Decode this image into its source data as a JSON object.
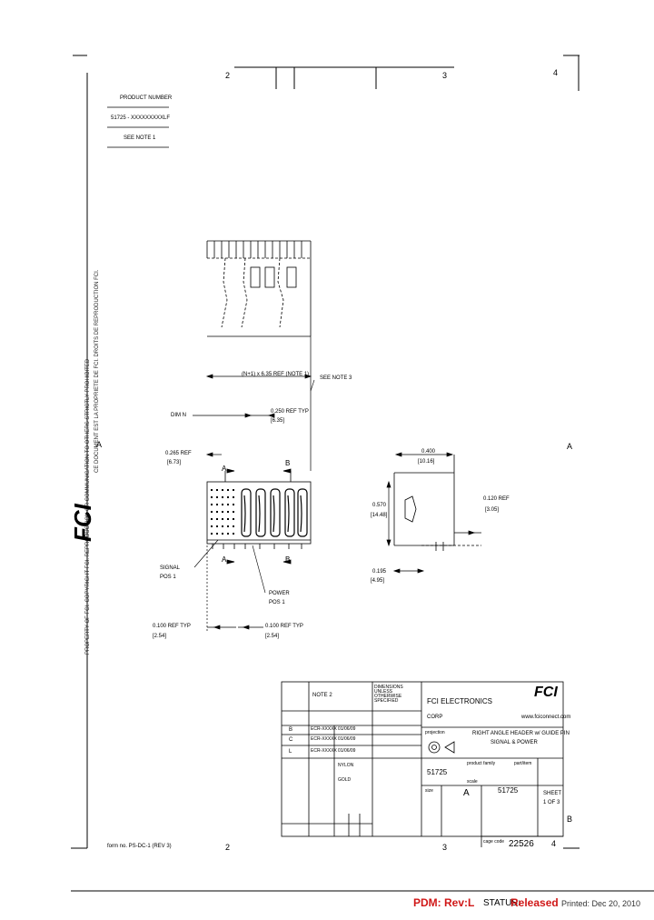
{
  "drawing": {
    "zones_top": [
      "2",
      "3",
      "4"
    ],
    "zones_bottom": [
      "2",
      "3",
      "4"
    ],
    "zones_side": [
      "A",
      "B"
    ],
    "product_number_label": "PRODUCT NUMBER",
    "product_number_value": "51725 - XXXXXXXXXLF",
    "see_note": "SEE NOTE 1",
    "legal_text_1": "PROPERTY OF FCI. COPYRIGHT FCI. REPRODUCTION OR COMMUNICATION TO OTHERS STRICTLY PROHIBITED",
    "legal_text_2": "CE DOCUMENT EST LA PROPRIETE DE FCI. DROITS DE REPRODUCTION FCI.",
    "logo_text": "FCI",
    "dim_overall": "(N+1) x 6.35 REF (NOTE 1)",
    "dim_pitch_a": "0.250 REF TYP",
    "dim_pitch_a_mm": "[6.35]",
    "dim_top_left": "0.265 REF",
    "dim_top_left_mm": "[6.73]",
    "dim_side_top": "0.400",
    "dim_side_top_mm": "[10.16]",
    "dim_side_height": "0.570",
    "dim_side_height_mm": "[14.48]",
    "dim_side_right": "0.120 REF",
    "dim_side_right_mm": "[3.05]",
    "dim_side_bottom": "0.195",
    "dim_side_bottom_mm": "[4.95]",
    "dim_bottom_left": "0.100 REF TYP",
    "dim_bottom_left_mm": "[2.54]",
    "dim_bottom_right": "0.100 REF TYP",
    "dim_bottom_right_mm": "[2.54]",
    "label_dim_n": "DIM N",
    "label_signal": "SIGNAL",
    "label_signal_pos": "POS 1",
    "label_power": "POWER",
    "label_power_pos": "POS 1",
    "label_section": "SEE NOTE 3",
    "section_a": "A",
    "section_b": "B",
    "title_block": {
      "notes_ref": "NOTE 2",
      "tolerances": "DIMENSIONS UNLESS OTHERWISE SPECIFIED",
      "company": "FCI ELECTRONICS",
      "company_sub": "CORP",
      "website": "www.fciconnect.com",
      "title_line_1": "RIGHT ANGLE HEADER w/ GUIDE PIN",
      "title_line_2": "SIGNAL & POWER",
      "projection_label": "projection",
      "product_family_label": "product family",
      "product_family": "51725",
      "scale_label": "scale",
      "size_label": "size",
      "size": "A",
      "sheet_label": "SHEET",
      "sheet": "1 OF 3",
      "part_label": "part/item",
      "drawing_number": "51725",
      "material": "NYLON",
      "finish": "GOLD",
      "rev_row_1": "ECR-XXXXX",
      "rev_row_2": "ECR-XXXXX",
      "rev_row_3": "ECR-XXXXX",
      "date_1": "01/06/09",
      "date_2": "01/06/09",
      "date_3": "01/06/09",
      "cage_code": "22526",
      "cage_label": "cage code",
      "form_number": "form no. PS-DC-1 (REV 3)",
      "rev_letters": [
        "B",
        "C",
        "L"
      ]
    }
  },
  "status_bar": {
    "pdm_rev": "PDM: Rev:L",
    "status_label": "STATUS:",
    "status_value": "Released",
    "printed": "Printed: Dec 20, 2010"
  },
  "colors": {
    "accent": "#d01818",
    "line": "#000000",
    "gray": "#555555"
  }
}
